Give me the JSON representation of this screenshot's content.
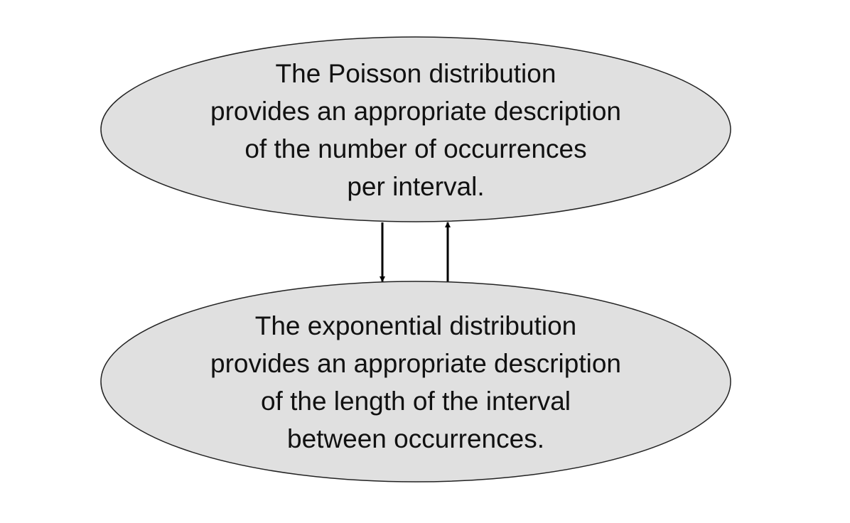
{
  "diagram": {
    "top_node": {
      "lines": [
        "The Poisson distribution",
        "provides an appropriate description",
        "of the number of occurrences",
        "per interval."
      ]
    },
    "bottom_node": {
      "lines": [
        "The exponential distribution",
        "provides an appropriate description",
        "of the length of the interval",
        "between occurrences."
      ]
    },
    "colors": {
      "node_fill": "#e0e0e0",
      "stroke": "#000000"
    }
  }
}
